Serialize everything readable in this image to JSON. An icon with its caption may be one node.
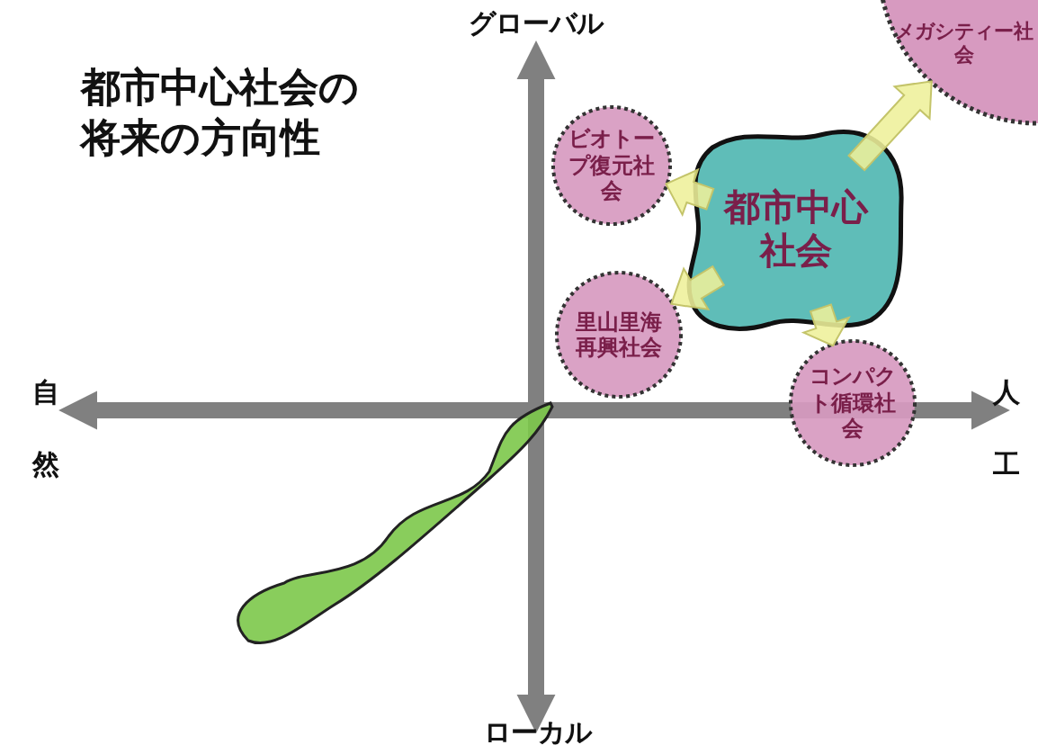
{
  "diagram": {
    "title": "都市中心社会の将来の方向性",
    "nodes": [
      {
        "text": [
          "都市中心社会"
        ]
      },
      {
        "text": [
          "メガシティー社会"
        ]
      },
      {
        "text": [
          "ビオトープ復元社会"
        ]
      },
      {
        "text": [
          "里山里海再興社会"
        ]
      },
      {
        "text": [
          "コンパクト循環社会"
        ]
      },
      {
        "text": [],
        "shape": "blob"
      }
    ],
    "edges": [
      {
        "from": 0,
        "to": 1,
        "arrow": "to",
        "style": "thick"
      },
      {
        "from": 0,
        "to": 2,
        "arrow": "to",
        "style": "thick"
      },
      {
        "from": 0,
        "to": 3,
        "arrow": "to",
        "style": "thick"
      },
      {
        "from": 0,
        "to": 4,
        "arrow": "to",
        "style": "thick"
      }
    ],
    "labels": [
      "グローバル",
      "自然",
      "人工",
      "ローカル"
    ]
  }
}
